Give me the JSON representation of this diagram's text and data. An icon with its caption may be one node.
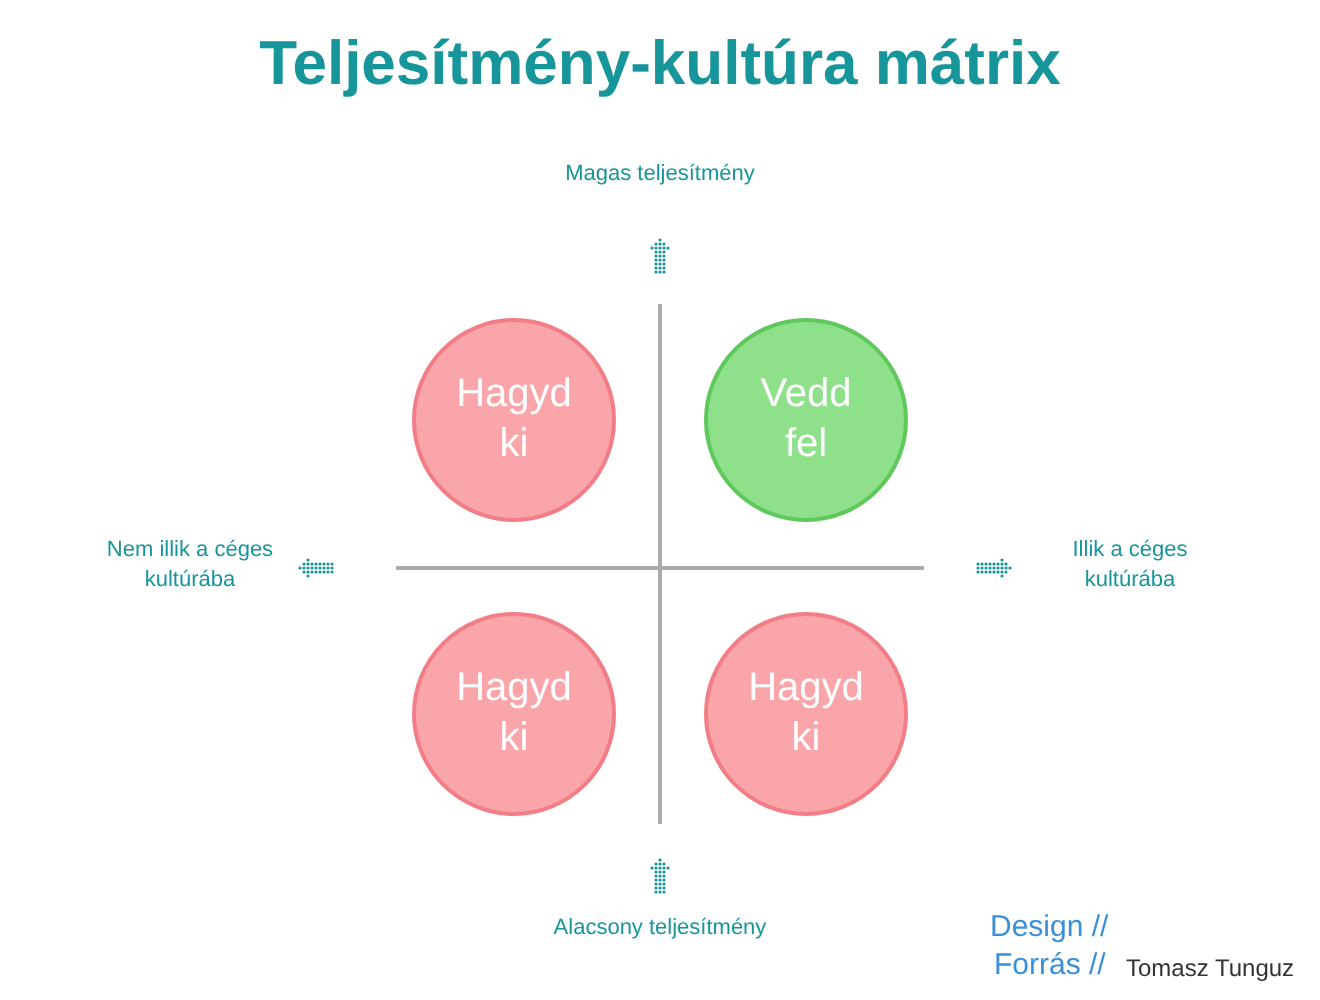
{
  "diagram": {
    "title": "Teljesítmény-kultúra mátrix",
    "nodes": [
      {
        "text": [
          "Hagyd ki"
        ]
      },
      {
        "text": [
          "Vedd fel"
        ]
      },
      {
        "text": [
          "Hagyd ki"
        ]
      },
      {
        "text": [
          "Hagyd ki"
        ]
      }
    ],
    "edges": [],
    "labels": [
      "Magas teljesítmény",
      "Nem illik a céges kultúrába",
      "Illik a céges kultúrába",
      "Alacsony teljesítmény",
      "Design //",
      "Forrás //",
      "Tomasz Tunguz"
    ]
  }
}
